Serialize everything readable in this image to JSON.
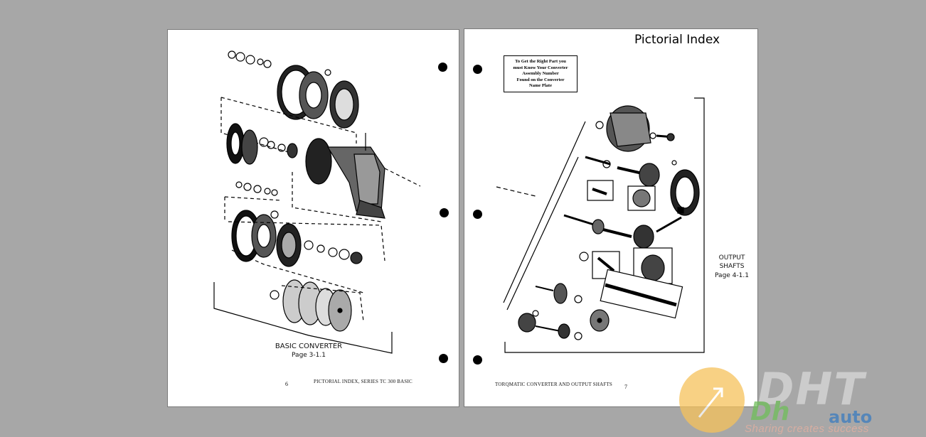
{
  "left_page": {
    "caption_title": "BASIC CONVERTER",
    "caption_page": "Page  3-1.1",
    "page_number": "6",
    "footer": "PICTORIAL INDEX,  SERIES TC 300 BASIC"
  },
  "right_page": {
    "title": "Pictorial Index",
    "note": [
      "To Get the Right Part you",
      "must Know Your Converter",
      "Assembly Number",
      "Found on the Converter",
      "Name Plate"
    ],
    "side_caption_1": "OUTPUT",
    "side_caption_2": "SHAFTS",
    "side_caption_page": "Page  4-1.1",
    "page_number": "7",
    "footer": "TORQMATIC CONVERTER AND OUTPUT SHAFTS"
  },
  "watermark": {
    "big": "DHT",
    "leaf": "Dh",
    "auto": "auto",
    "tagline": "Sharing creates success"
  }
}
